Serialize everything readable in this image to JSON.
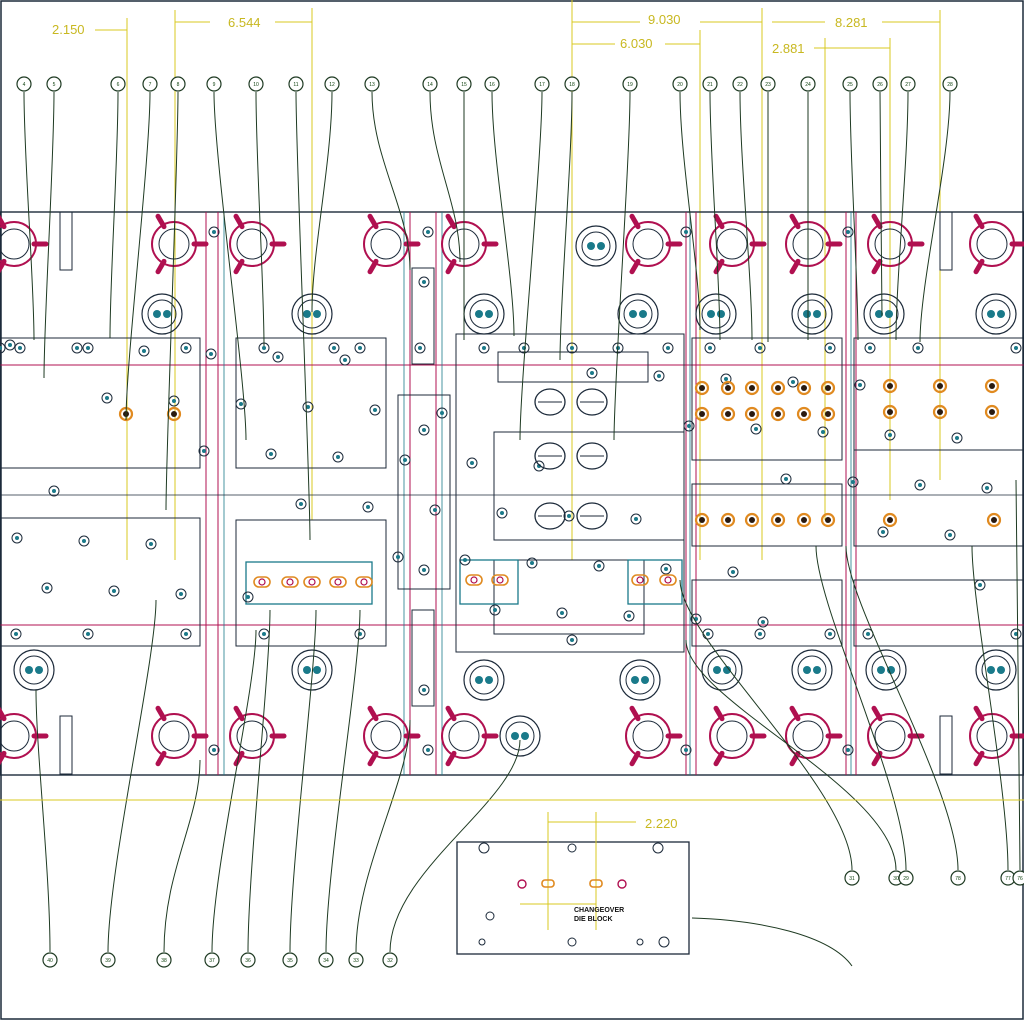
{
  "dimensions": {
    "d1": "2.150",
    "d2": "6.544",
    "d3": "9.030",
    "d4": "8.281",
    "d5": "6.030",
    "d6": "2.881",
    "d7": "2.220"
  },
  "inset": {
    "label_line1": "CHANGEOVER",
    "label_line2": "DIE BLOCK"
  },
  "colors": {
    "outline": "#1c2a3a",
    "dimension": "#d8c820",
    "accent_red": "#b01050",
    "accent_teal": "#1a7a8a",
    "accent_orange": "#e08a20",
    "leader": "#1e3a22"
  },
  "top_callouts": [
    {
      "label": "4"
    },
    {
      "label": "5"
    },
    {
      "label": "6"
    },
    {
      "label": "7"
    },
    {
      "label": "8"
    },
    {
      "label": "9"
    },
    {
      "label": "10"
    },
    {
      "label": "11"
    },
    {
      "label": "12"
    },
    {
      "label": "13"
    },
    {
      "label": "14"
    },
    {
      "label": "15"
    },
    {
      "label": "16"
    },
    {
      "label": "17"
    },
    {
      "label": "18"
    },
    {
      "label": "19"
    },
    {
      "label": "20"
    },
    {
      "label": "21"
    },
    {
      "label": "22"
    },
    {
      "label": "23"
    },
    {
      "label": "24"
    },
    {
      "label": "25"
    },
    {
      "label": "26"
    },
    {
      "label": "27"
    },
    {
      "label": "28"
    }
  ],
  "bottom_callouts": [
    {
      "label": "40"
    },
    {
      "label": "39"
    },
    {
      "label": "38"
    },
    {
      "label": "37"
    },
    {
      "label": "36"
    },
    {
      "label": "35"
    },
    {
      "label": "34"
    },
    {
      "label": "33"
    },
    {
      "label": "32"
    },
    {
      "label": "31"
    },
    {
      "label": "30"
    },
    {
      "label": "29"
    },
    {
      "label": "78"
    },
    {
      "label": "77"
    },
    {
      "label": "76"
    }
  ]
}
